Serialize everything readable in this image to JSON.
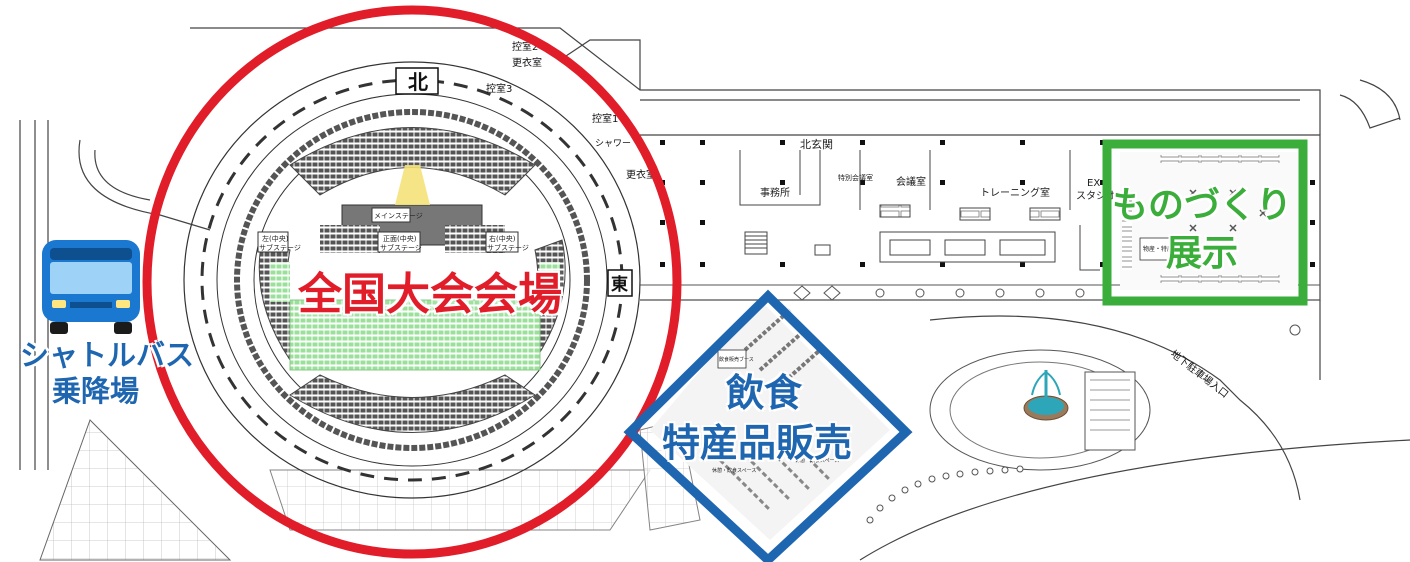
{
  "colors": {
    "arena_red": "#e11d2a",
    "food_blue": "#1f66b0",
    "exhibit_green": "#3aad3a",
    "line_gray": "#444444",
    "seat_dark": "#4a4a4a",
    "seat_green": "#8fd68f",
    "water_blue": "#2ca6b8"
  },
  "areas": {
    "arena_label": "全国大会会場",
    "food_label_1": "飲食",
    "food_label_2": "特産品販売",
    "exhibit_label_1": "ものづくり",
    "exhibit_label_2": "展示",
    "shuttle_label_1": "シャトルバス",
    "shuttle_label_2": "乗降場"
  },
  "rooms": {
    "north": "北",
    "east": "東",
    "waiting2": "控室2",
    "dressing": "更衣室",
    "waiting3": "控室3",
    "waiting1": "控室1",
    "shower": "シャワー",
    "dressing2": "更衣室",
    "north_entrance": "北玄関",
    "office": "事務所",
    "reception": "特別会議室",
    "meeting": "会議室",
    "training": "トレーニング室",
    "ex": "EX",
    "studio": "スタジオ",
    "parking": "地下駐車場入口",
    "main_stage": "メインステージ",
    "left_stage_1": "左(中央)",
    "left_stage_2": "サブステージ",
    "right_stage_1": "右(中央)",
    "right_stage_2": "サブステージ",
    "center_stage": "正面(中央)",
    "center_stage_2": "サブステージ",
    "food_booth": "飲食販売ブース",
    "rest_1": "休憩・飲食スペース",
    "rest_2": "休憩・飲食スペース",
    "exhibit_booth": "物産・特産"
  },
  "icons": {
    "bus": "bus-icon",
    "fountain": "fountain-icon"
  }
}
